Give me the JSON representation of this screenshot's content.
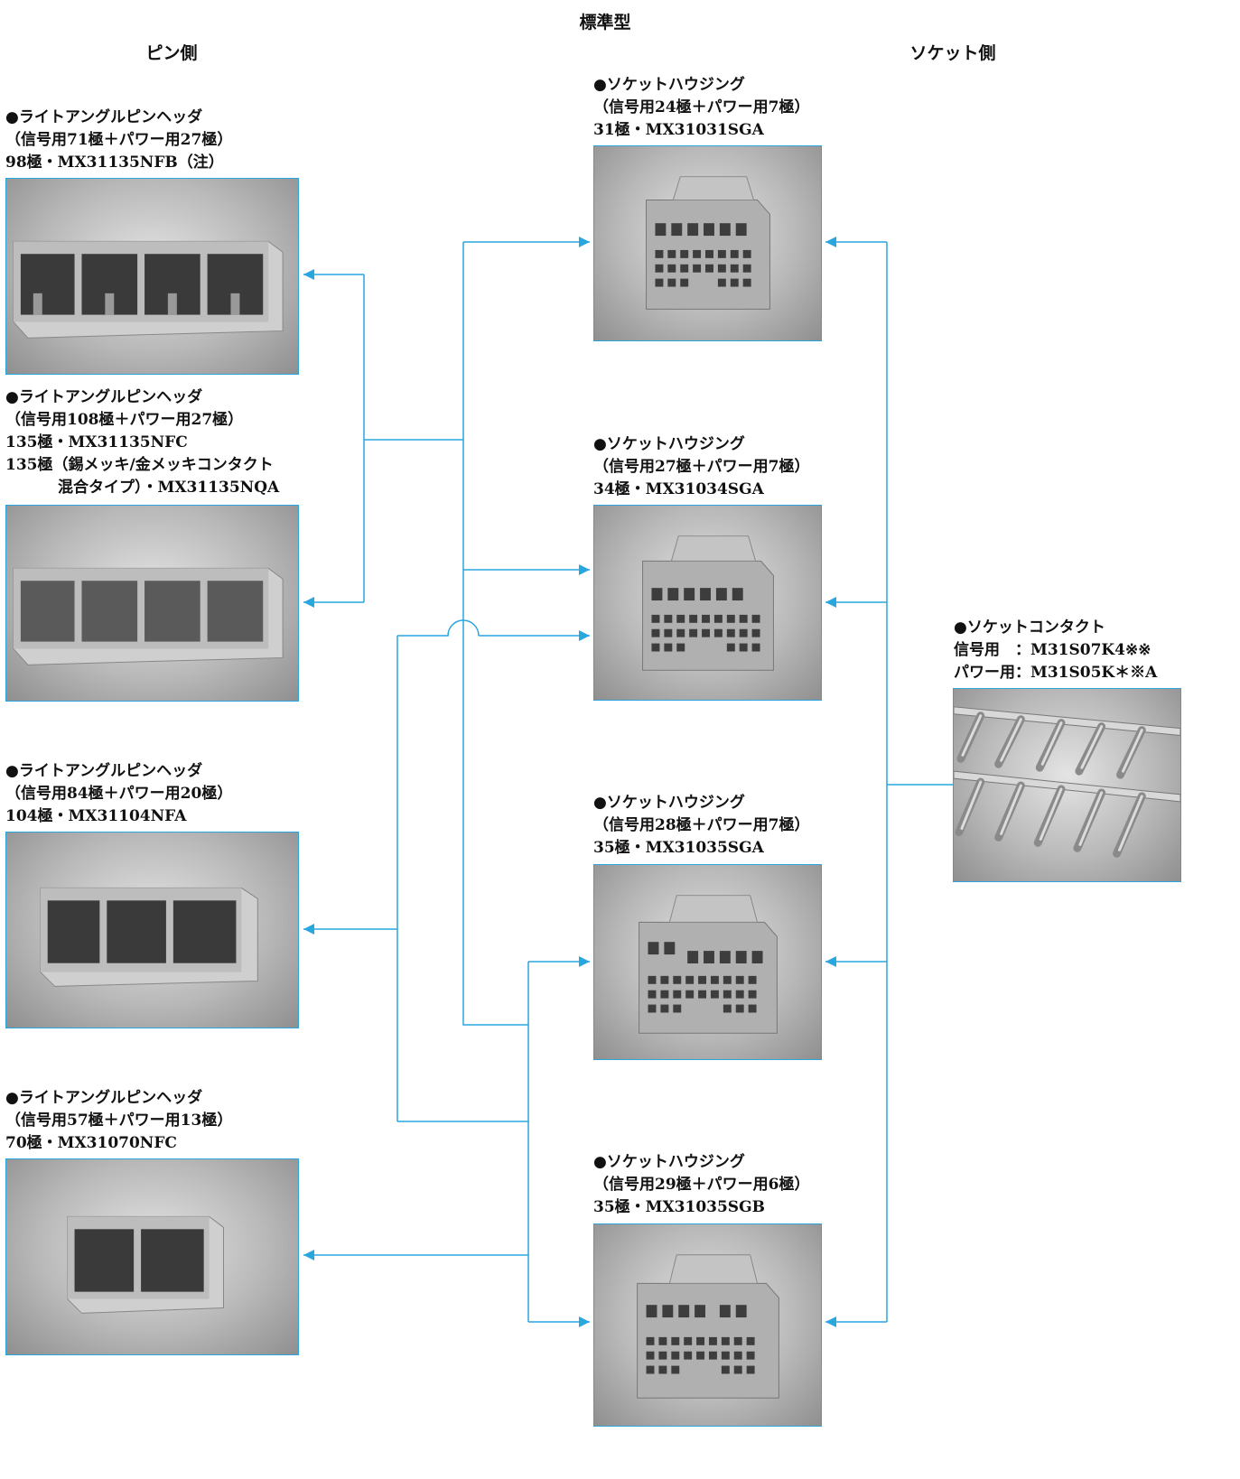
{
  "title": "標準型",
  "pin_side": {
    "heading": "ピン側"
  },
  "socket_side": {
    "heading": "ソケット側"
  },
  "pin_headers": [
    {
      "line1": "●ライトアングルピンヘッダ",
      "line2": "（信号用71極＋パワー用27極）",
      "line3": "98極・MX31135NFB（注）"
    },
    {
      "line1": "●ライトアングルピンヘッダ",
      "line2": "（信号用108極＋パワー用27極）",
      "line3": "135極・MX31135NFC",
      "line4": "135極（錫メッキ/金メッキコンタクト",
      "line5": "混合タイプ）・MX31135NQA"
    },
    {
      "line1": "●ライトアングルピンヘッダ",
      "line2": "（信号用84極＋パワー用20極）",
      "line3": "104極・MX31104NFA"
    },
    {
      "line1": "●ライトアングルピンヘッダ",
      "line2": "（信号用57極＋パワー用13極）",
      "line3": "70極・MX31070NFC"
    }
  ],
  "socket_housings": [
    {
      "line1": "●ソケットハウジング",
      "line2": "（信号用24極＋パワー用7極）",
      "line3": "31極・MX31031SGA"
    },
    {
      "line1": "●ソケットハウジング",
      "line2": "（信号用27極＋パワー用7極）",
      "line3": "34極・MX31034SGA"
    },
    {
      "line1": "●ソケットハウジング",
      "line2": "（信号用28極＋パワー用7極）",
      "line3": "35極・MX31035SGA"
    },
    {
      "line1": "●ソケットハウジング",
      "line2": "（信号用29極＋パワー用6極）",
      "line3": "35極・MX31035SGB"
    }
  ],
  "socket_contact": {
    "line1": "●ソケットコンタクト",
    "line2": "信号用　：M31S07K4※※",
    "line3": "パワー用：M31S05K＊※A"
  },
  "colors": {
    "connector_line": "#2aa6de",
    "photo_border": "#2aa6de"
  }
}
